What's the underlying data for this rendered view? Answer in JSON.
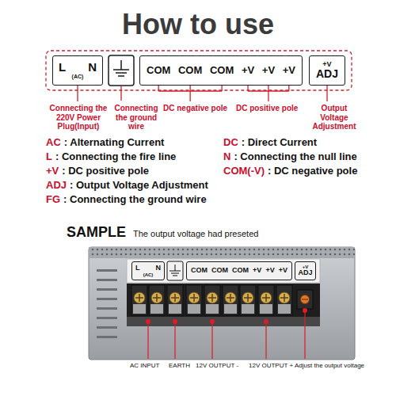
{
  "diagram": {
    "title": "How to use",
    "nodes": [
      {
        "text": [
          "L",
          "N",
          "(AC)"
        ]
      },
      {
        "text": [
          "COM",
          "COM",
          "COM",
          "+V",
          "+V",
          "+V"
        ]
      },
      {
        "text": [
          "+V",
          "ADJ"
        ]
      },
      {
        "text": [
          "L",
          "N",
          "(AC)"
        ]
      },
      {
        "text": [
          "COM",
          "COM",
          "COM",
          "+V",
          "+V",
          "+V"
        ]
      },
      {
        "text": [
          "+V",
          "ADJ"
        ]
      }
    ],
    "labels": [
      "Connecting the 220V Power Plug(Input)",
      "Connecting the ground wire",
      "DC negative pole",
      "DC positive pole",
      "Output Voltage Adjustment",
      "AC",
      ": Alternating Current",
      "DC",
      ": Direct Current",
      "L",
      ": Connecting the fire line",
      "N",
      ": Connecting the null line",
      "+V",
      ": DC positive pole",
      "COM(-V)",
      ": DC negative pole",
      "ADJ",
      ": Output Voltage Adjustment",
      "FG",
      ": Connecting the ground wire",
      "SAMPLE",
      "The output voltage had preseted",
      "AC INPUT",
      "EARTH",
      "12V OUTPUT -",
      "12V OUTPUT +",
      "Adjust the output voltage"
    ]
  }
}
